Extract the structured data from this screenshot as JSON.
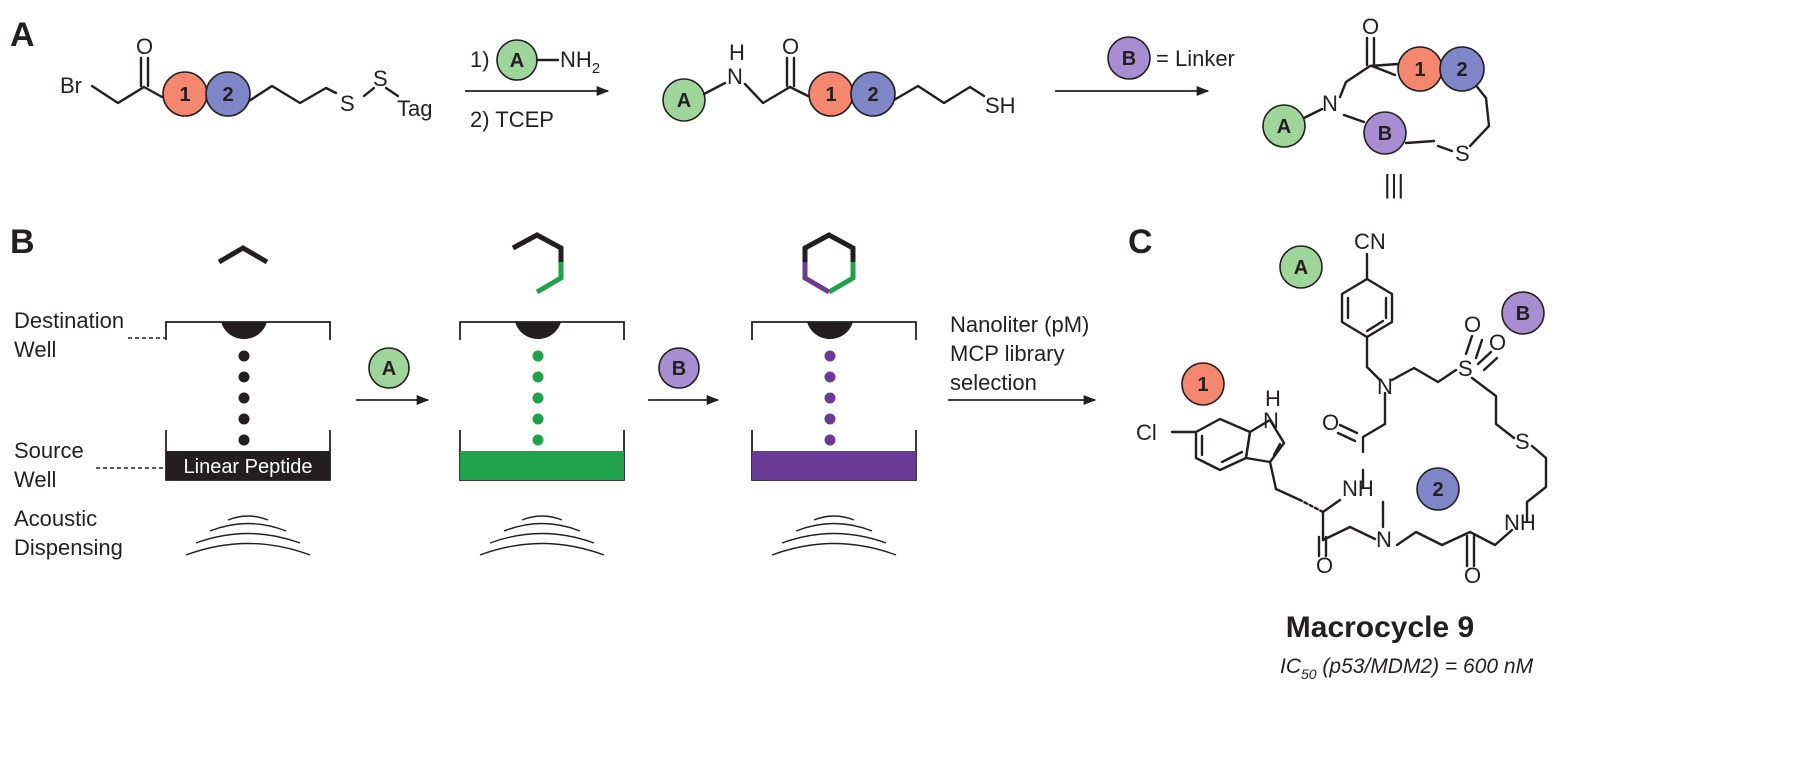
{
  "panels": {
    "a": "A",
    "b": "B",
    "c": "C"
  },
  "colors": {
    "one": "#f4876e",
    "two": "#7f86c8",
    "a_res": "#9fd49a",
    "b_res": "#a88ed0",
    "green": "#21a14b",
    "purple": "#6a3a96",
    "dark": "#231f20"
  },
  "circles": {
    "one": "1",
    "two": "2",
    "a": "A",
    "b": "B"
  },
  "panel_a": {
    "br": "Br",
    "o": "O",
    "s": "S",
    "tag": "Tag",
    "step1_num": "1)",
    "nh2": "NH",
    "nh2_sub": "2",
    "step2": "2) TCEP",
    "h": "H",
    "n": "N",
    "sh": "SH",
    "equals_linker": "= Linker",
    "equivalent": "|||"
  },
  "panel_b": {
    "destination": [
      "Destination",
      "Well"
    ],
    "source": [
      "Source",
      "Well"
    ],
    "acoustic": [
      "Acoustic",
      "Dispensing"
    ],
    "linear_peptide": "Linear Peptide",
    "selection": [
      "Nanoliter (pM)",
      "MCP library",
      "selection"
    ]
  },
  "panel_c": {
    "cn": "CN",
    "cl": "Cl",
    "h": "H",
    "n": "N",
    "o": "O",
    "s": "S",
    "nh": "NH",
    "title": "Macrocycle 9",
    "ic50_prefix": "IC",
    "ic50_sub": "50",
    "ic50_rest": " (p53/MDM2) = 600 nM"
  }
}
